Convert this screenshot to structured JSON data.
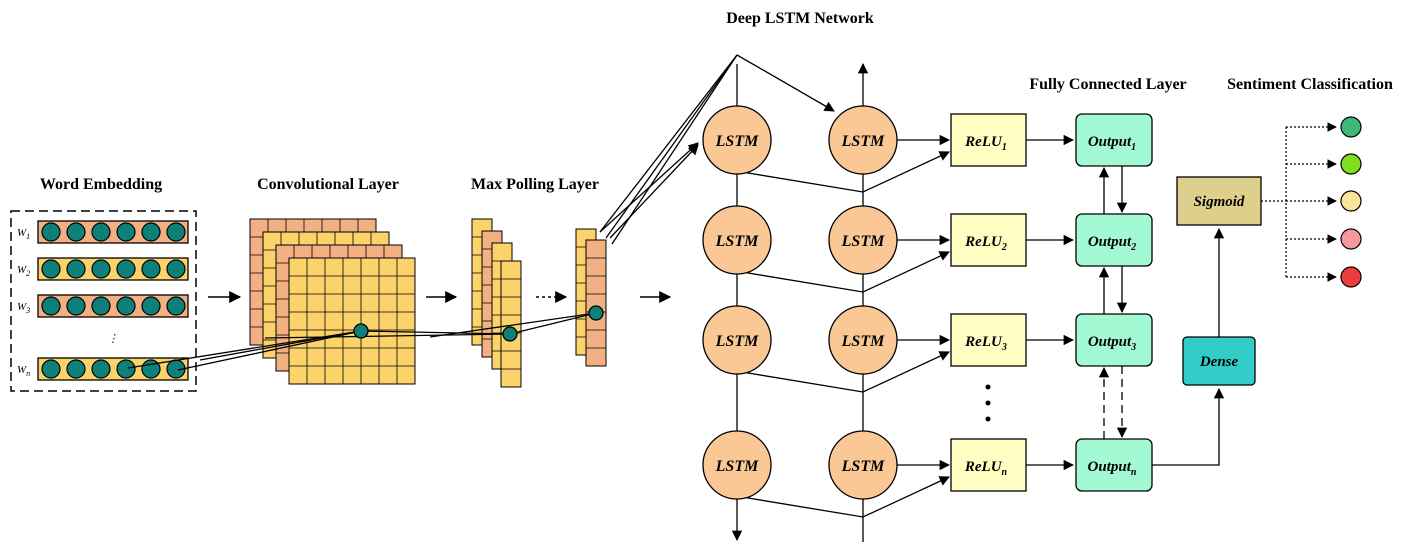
{
  "titles": {
    "word_embedding": "Word Embedding",
    "conv_layer": "Convolutional Layer",
    "max_pool": "Max Polling Layer",
    "deep_lstm": "Deep LSTM Network",
    "fc_layer": "Fully Connected Layer",
    "sentiment": "Sentiment Classification"
  },
  "embedding": {
    "rows": [
      {
        "base": "W",
        "sub": "1"
      },
      {
        "base": "W",
        "sub": "2"
      },
      {
        "base": "W",
        "sub": "3"
      },
      {
        "base": "W",
        "sub": "n"
      }
    ],
    "vertical_dots": "⋮"
  },
  "lstm": {
    "label": "LSTM"
  },
  "relu": [
    {
      "base": "ReLU",
      "sub": "1"
    },
    {
      "base": "ReLU",
      "sub": "2"
    },
    {
      "base": "ReLU",
      "sub": "3"
    },
    {
      "base": "ReLU",
      "sub": "n"
    }
  ],
  "outputs": [
    {
      "base": "Output",
      "sub": "1"
    },
    {
      "base": "Output",
      "sub": "2"
    },
    {
      "base": "Output",
      "sub": "3"
    },
    {
      "base": "Output",
      "sub": "n"
    }
  ],
  "dense_label": "Dense",
  "sigmoid_label": "Sigmoid",
  "classes": [
    {
      "color": "#3cb878"
    },
    {
      "color": "#7ee01e"
    },
    {
      "color": "#fbe39a"
    },
    {
      "color": "#f4999a"
    },
    {
      "color": "#ee3b3b"
    }
  ],
  "colors": {
    "lstm_fill": "#f9c895",
    "relu_fill": "#ffffc4",
    "output_fill": "#a2f9d3",
    "dense_fill": "#33cdc9",
    "sigmoid_fill": "#ddd08c",
    "embed_orange": "#f2b083",
    "embed_yellow": "#fbd36a",
    "node_teal": "#0f7f7a"
  }
}
